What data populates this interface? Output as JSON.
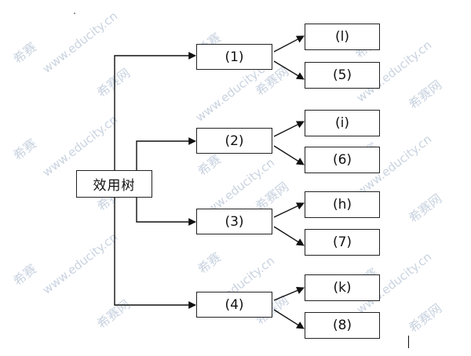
{
  "root": {
    "label": "效用树"
  },
  "level1": [
    {
      "label": "(1)"
    },
    {
      "label": "(2)"
    },
    {
      "label": "(3)"
    },
    {
      "label": "(4)"
    }
  ],
  "level2": [
    {
      "label": "(l)"
    },
    {
      "label": "(5)"
    },
    {
      "label": "(i)"
    },
    {
      "label": "(6)"
    },
    {
      "label": "(h)"
    },
    {
      "label": "(7)"
    },
    {
      "label": "(k)"
    },
    {
      "label": "(8)"
    }
  ],
  "watermark": {
    "brand": "希赛",
    "domain": "www.educity.cn",
    "site": "希赛网",
    "color": "#c9d3e0"
  },
  "colors": {
    "line": "#111111",
    "border": "#222222"
  }
}
